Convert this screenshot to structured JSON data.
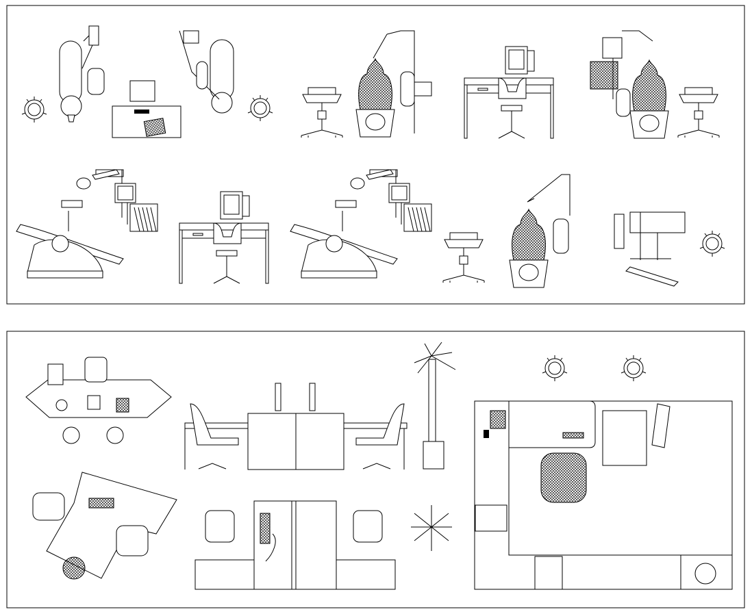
{
  "colors": {
    "background": "#ffffff",
    "line": "#000000"
  },
  "panels": [
    {
      "name": "dental-elevations-panel",
      "items": [
        "stool-plan",
        "dental-chair-plan",
        "desk-plan",
        "dental-chair-elevation",
        "computer-desk-elevation",
        "dental-unit-side",
        "stool-elevation",
        "xray-unit"
      ]
    },
    {
      "name": "dental-office-plans-panel",
      "items": [
        "reception-desk-plan",
        "workstation-elevation",
        "potted-plant",
        "office-layout-plan",
        "stool-plan"
      ]
    }
  ]
}
